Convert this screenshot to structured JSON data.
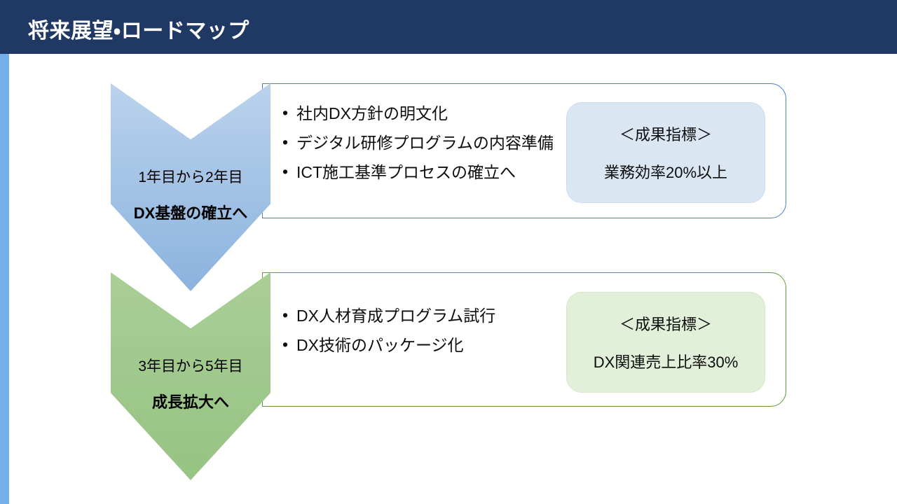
{
  "header": {
    "title": "将来展望・ロードマップ",
    "bar_color": "#1F3864",
    "text_color": "#FFFFFF"
  },
  "accent": {
    "name": "left-accent-bar",
    "color": "#76B0EB"
  },
  "phases": [
    {
      "id": "phase-1",
      "period": "1年目から2年目",
      "goal": "DX基盤の確立へ",
      "chevron_color_top": "#BBD2EC",
      "chevron_color_bottom": "#8BB3DE",
      "card_border_color": "#4A81C2",
      "bullets": [
        "社内DX方針の明文化",
        "デジタル研修プログラムの内容準備",
        "ICT施工基準プロセスの確立へ"
      ],
      "kpi": {
        "heading": "＜成果指標＞",
        "value": "業務効率20%以上",
        "fill_color": "#DBE6F3"
      }
    },
    {
      "id": "phase-2",
      "period": "3年目から5年目",
      "goal": "成長拡大へ",
      "chevron_color_top": "#A9CE96",
      "chevron_color_bottom": "#97C383",
      "card_border_color": "#63983C",
      "bullets": [
        "DX人材育成プログラム試行",
        "DX技術のパッケージ化"
      ],
      "kpi": {
        "heading": "＜成果指標＞",
        "value": "DX関連売上比率30%",
        "fill_color": "#E2EFD9"
      }
    }
  ]
}
